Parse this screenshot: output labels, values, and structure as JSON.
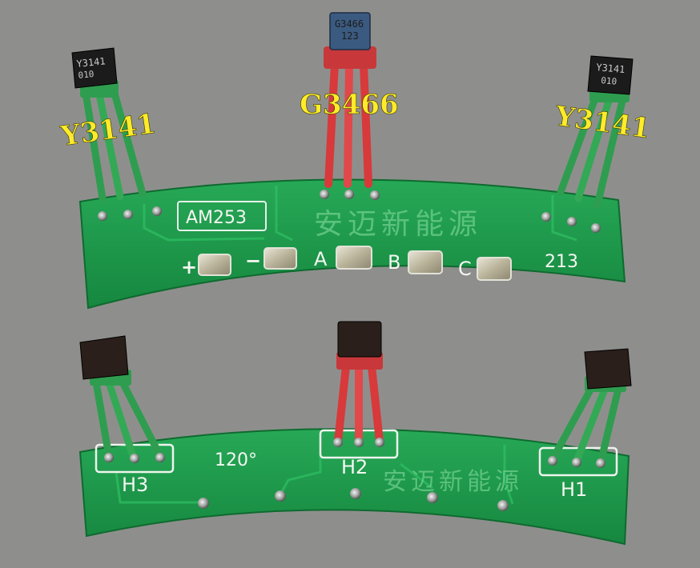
{
  "photo": {
    "callouts": {
      "left_sensor": "Y3141",
      "center_sensor": "G3466",
      "right_sensor": "Y3141"
    },
    "top_board": {
      "model_label": "AM253",
      "brand_watermark": "安迈新能源",
      "board_number": "213",
      "pad_labels": [
        "+",
        "−",
        "A",
        "B",
        "C"
      ],
      "left_chip_marking": [
        "Y3141",
        "010"
      ],
      "center_chip_marking": [
        "G3466",
        "123"
      ],
      "right_chip_marking": [
        "Y3141",
        "010"
      ]
    },
    "bottom_board": {
      "angle_label": "120°",
      "sensor_labels": [
        "H3",
        "H2",
        "H1"
      ],
      "brand_watermark": "安迈新能源"
    },
    "colors": {
      "background": "#8e8f8d",
      "pcb_green": "#1f9b4c",
      "wire_green": "#33a955",
      "wire_red": "#d8393b",
      "chip_blue": "#3b5a80",
      "callout_yellow": "#ffeb2a"
    }
  }
}
